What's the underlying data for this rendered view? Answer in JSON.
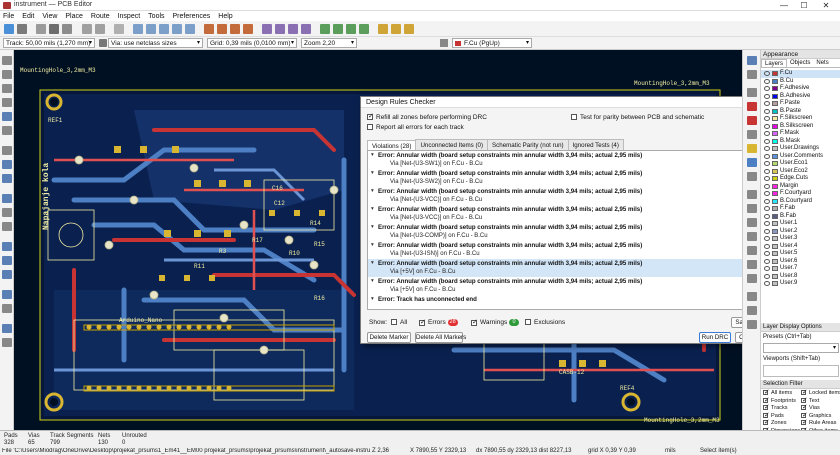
{
  "window": {
    "title": "instrument — PCB Editor",
    "minimize": "—",
    "maximize": "☐",
    "close": "✕"
  },
  "menu": [
    "File",
    "Edit",
    "View",
    "Place",
    "Route",
    "Inspect",
    "Tools",
    "Preferences",
    "Help"
  ],
  "toolbar2": {
    "track": "Track: 50,00 mils (1,270 mm)",
    "via": "Via: use netclass sizes",
    "grid": "Grid: 0,39 mils (0,0100 mm)",
    "zoom": "Zoom 2,20",
    "layer": "F.Cu (PgUp)"
  },
  "board": {
    "mounting_holes": [
      "MountingHole_3,2mm_M3",
      "MountingHole_3,2mm_M3",
      "MountingHole_3,2mm_M3"
    ],
    "refs": [
      "REF1",
      "REF4"
    ],
    "text_vertical": "Napajanje kola",
    "labels": [
      "Arduino_Nano",
      "R3",
      "R17",
      "R14",
      "R15",
      "R10",
      "C16",
      "R11",
      "C12",
      "CASB-12",
      "R16"
    ]
  },
  "drc": {
    "title": "Design Rules Checker",
    "opt_refill": "Refill all zones before performing DRC",
    "opt_report": "Report all errors for each track",
    "opt_parity": "Test for parity between PCB and schematic",
    "tabs": [
      "Violations (28)",
      "Unconnected Items (0)",
      "Schematic Parity (not run)",
      "Ignored Tests (4)"
    ],
    "violations": [
      {
        "title": "Error: Annular width (board setup constraints min annular width 3,94 mils; actual 2,95 mils)",
        "sub": "Via [Net-(U3-SW1)] on F.Cu - B.Cu"
      },
      {
        "title": "Error: Annular width (board setup constraints min annular width 3,94 mils; actual 2,95 mils)",
        "sub": "Via [Net-(U3-SW2)] on F.Cu - B.Cu"
      },
      {
        "title": "Error: Annular width (board setup constraints min annular width 3,94 mils; actual 2,95 mils)",
        "sub": "Via [Net-(U3-VCC)] on F.Cu - B.Cu"
      },
      {
        "title": "Error: Annular width (board setup constraints min annular width 3,94 mils; actual 2,95 mils)",
        "sub": "Via [Net-(U3-VCC)] on F.Cu - B.Cu"
      },
      {
        "title": "Error: Annular width (board setup constraints min annular width 3,94 mils; actual 2,95 mils)",
        "sub": "Via [Net-(U3-COMP)] on F.Cu - B.Cu"
      },
      {
        "title": "Error: Annular width (board setup constraints min annular width 3,94 mils; actual 2,95 mils)",
        "sub": "Via [Net-(U3-ISN)] on F.Cu - B.Cu"
      },
      {
        "title": "Error: Annular width (board setup constraints min annular width 3,94 mils; actual 2,95 mils)",
        "sub": "Via [+5V] on F.Cu - B.Cu",
        "selected": true
      },
      {
        "title": "Error: Annular width (board setup constraints min annular width 3,94 mils; actual 2,95 mils)",
        "sub": "Via [+5V] on F.Cu - B.Cu"
      },
      {
        "title": "Error: Track has unconnected end",
        "sub": ""
      }
    ],
    "show_label": "Show:",
    "show_all": "All",
    "show_errors": "Errors",
    "errors_count": "28",
    "show_warnings": "Warnings",
    "warnings_count": "0",
    "show_exclusions": "Exclusions",
    "save": "Save...",
    "delete_marker": "Delete Marker",
    "delete_all": "Delete All Markers",
    "run": "Run DRC",
    "close": "Close",
    "colors": {
      "errors": "#e03030",
      "warnings": "#2f9a3a"
    }
  },
  "appearance": {
    "header": "Appearance",
    "tabs": [
      "Layers",
      "Objects",
      "Nets"
    ],
    "layers": [
      {
        "name": "F.Cu",
        "color": "#c83434",
        "selected": true
      },
      {
        "name": "B.Cu",
        "color": "#4d7fc4"
      },
      {
        "name": "F.Adhesive",
        "color": "#84008a"
      },
      {
        "name": "B.Adhesive",
        "color": "#0000ea"
      },
      {
        "name": "F.Paste",
        "color": "#b4a0a0"
      },
      {
        "name": "B.Paste",
        "color": "#00c2c2"
      },
      {
        "name": "F.Silkscreen",
        "color": "#f2eda1"
      },
      {
        "name": "B.Silkscreen",
        "color": "#e800e8"
      },
      {
        "name": "F.Mask",
        "color": "#d864ff"
      },
      {
        "name": "B.Mask",
        "color": "#02ffee"
      },
      {
        "name": "User.Drawings",
        "color": "#c2c2c2"
      },
      {
        "name": "User.Comments",
        "color": "#5994dc"
      },
      {
        "name": "User.Eco1",
        "color": "#b4db70"
      },
      {
        "name": "User.Eco2",
        "color": "#d8c852"
      },
      {
        "name": "Edge.Cuts",
        "color": "#d0d218"
      },
      {
        "name": "Margin",
        "color": "#ff26e2"
      },
      {
        "name": "F.Courtyard",
        "color": "#ff26e2"
      },
      {
        "name": "B.Courtyard",
        "color": "#26e9ff"
      },
      {
        "name": "F.Fab",
        "color": "#afafaf"
      },
      {
        "name": "B.Fab",
        "color": "#585d84"
      },
      {
        "name": "User.1",
        "color": "#c2c2c2"
      },
      {
        "name": "User.2",
        "color": "#8999c4"
      },
      {
        "name": "User.3",
        "color": "#c2c2c2"
      },
      {
        "name": "User.4",
        "color": "#c2c2c2"
      },
      {
        "name": "User.5",
        "color": "#c2c2c2"
      },
      {
        "name": "User.6",
        "color": "#c2c2c2"
      },
      {
        "name": "User.7",
        "color": "#c2c2c2"
      },
      {
        "name": "User.8",
        "color": "#c2c2c2"
      },
      {
        "name": "User.9",
        "color": "#c2c2c2"
      }
    ],
    "display_options": "Layer Display Options",
    "presets": "Presets (Ctrl+Tab)",
    "viewports": "Viewports (Shift+Tab)",
    "selection_filter": "Selection Filter",
    "filters": [
      "All items",
      "Locked items",
      "Footprints",
      "Text",
      "Tracks",
      "Vias",
      "Pads",
      "Graphics",
      "Zones",
      "Rule Areas",
      "Dimensions",
      "Other items"
    ]
  },
  "status": {
    "pads_label": "Pads",
    "pads": "328",
    "vias_label": "Vias",
    "vias": "65",
    "segs_label": "Track Segments",
    "segs": "799",
    "nets_label": "Nets",
    "nets": "130",
    "unrouted_label": "Unrouted",
    "unrouted": "0",
    "file": "File 'C:\\Users\\Miodrag\\OneDrive\\Desktop\\projekat_prsums1_Em41__EM00 projekat_prsums\\projekat_prsums\\instrument\\_autosave-instrument.kicad_pcb' sav...",
    "z": "Z 2,36",
    "xy": "X 7890,55  Y 2329,13",
    "dxy": "dx 7890,55  dy 2329,13  dist 8227,13",
    "grid": "grid X 0,39  Y 0,39",
    "units": "mils",
    "mode": "Select item(s)"
  }
}
